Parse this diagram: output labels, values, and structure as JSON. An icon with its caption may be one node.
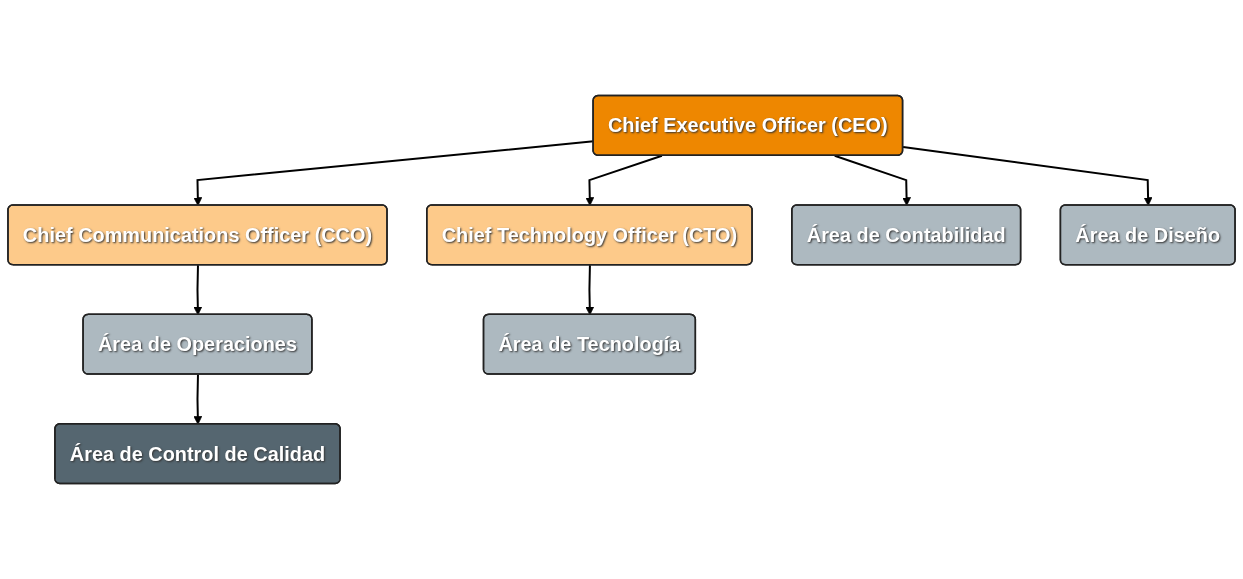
{
  "diagram": {
    "nodes": [
      {
        "text": [
          "Chief Executive Officer (CEO)"
        ]
      },
      {
        "text": [
          "Chief Communications Officer (CCO)"
        ]
      },
      {
        "text": [
          "Chief Technology Officer (CTO)"
        ]
      },
      {
        "text": [
          "Área de Operaciones"
        ]
      },
      {
        "text": [
          "Área de Contabilidad"
        ]
      },
      {
        "text": [
          "Área de Diseño"
        ]
      },
      {
        "text": [
          "Área de Tecnología"
        ]
      },
      {
        "text": [
          "Área de Control de Calidad"
        ]
      }
    ],
    "edges": [
      {
        "from": 0,
        "to": 1,
        "arrow": "to"
      },
      {
        "from": 0,
        "to": 4,
        "arrow": "to"
      },
      {
        "from": 0,
        "to": 5,
        "arrow": "to"
      },
      {
        "from": 0,
        "to": 2,
        "arrow": "to"
      },
      {
        "from": 1,
        "to": 3,
        "arrow": "to"
      },
      {
        "from": 2,
        "to": 6,
        "arrow": "to"
      },
      {
        "from": 3,
        "to": 7,
        "arrow": "to"
      }
    ]
  }
}
